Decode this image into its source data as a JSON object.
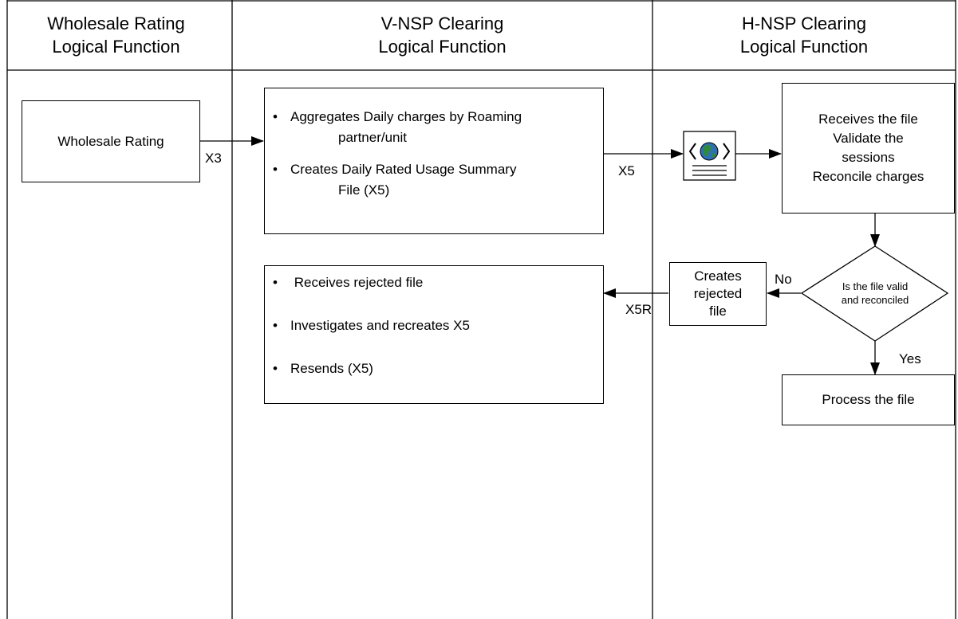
{
  "lanes": [
    {
      "line1": "Wholesale Rating",
      "line2": "Logical Function"
    },
    {
      "line1": "V-NSP Clearing",
      "line2": "Logical Function"
    },
    {
      "line1": "H-NSP Clearing",
      "line2": "Logical Function"
    }
  ],
  "nodes": {
    "wholesale_rating": "Wholesale Rating",
    "aggregate_box": {
      "items": [
        {
          "bullet": "•",
          "main": "Aggregates Daily charges by Roaming",
          "cont": "partner/unit"
        },
        {
          "bullet": "•",
          "main": "Creates Daily Rated Usage Summary",
          "cont": "File (X5)"
        }
      ]
    },
    "rejected_box": {
      "items": [
        {
          "bullet": "•",
          "main": " Receives rejected file"
        },
        {
          "bullet": "•",
          "main": "Investigates and recreates X5"
        },
        {
          "bullet": "•",
          "main": "Resends (X5)"
        }
      ]
    },
    "receive_box": {
      "lines": [
        "Receives the file",
        "Validate the",
        "sessions",
        "Reconcile charges"
      ]
    },
    "creates_rejected": {
      "lines": [
        "Creates",
        "rejected",
        "file"
      ]
    },
    "decision": {
      "lines": [
        "Is the file valid",
        "and reconciled"
      ]
    },
    "process_file": "Process the file",
    "file_icon": "document-globe-icon"
  },
  "edge_labels": {
    "x3": "X3",
    "x5": "X5",
    "x5r": "X5R",
    "no": "No",
    "yes": "Yes"
  },
  "colors": {
    "line": "#000000",
    "globe_ocean": "#2f6fb5",
    "globe_land": "#2e8b3e"
  }
}
